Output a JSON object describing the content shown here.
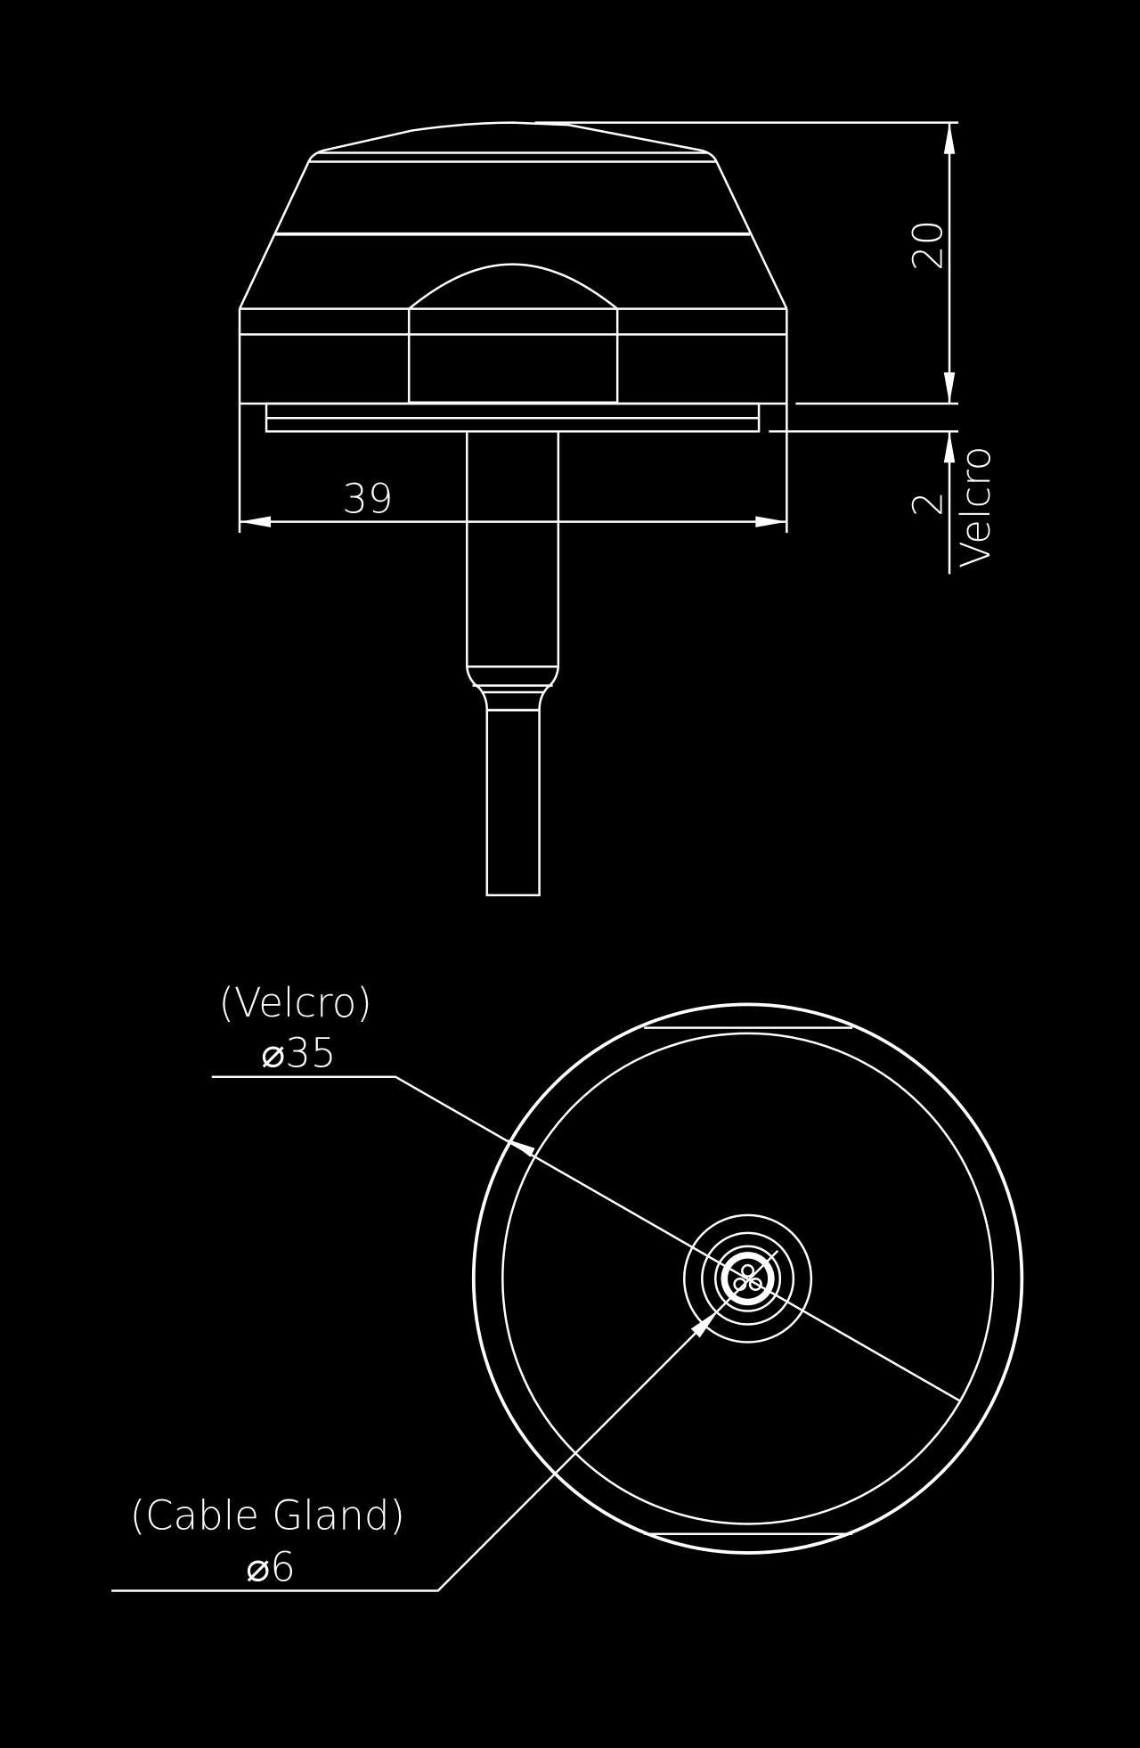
{
  "colors": {
    "background": "#000000",
    "lines": "#ffffff"
  },
  "side_view": {
    "height_dim": "20",
    "velcro_dim": "2",
    "velcro_label": "Velcro",
    "width_dim": "39"
  },
  "top_view": {
    "velcro_label": "(Velcro)",
    "velcro_dia": "⌀35",
    "gland_label": "(Cable Gland)",
    "gland_dia": "⌀6"
  }
}
